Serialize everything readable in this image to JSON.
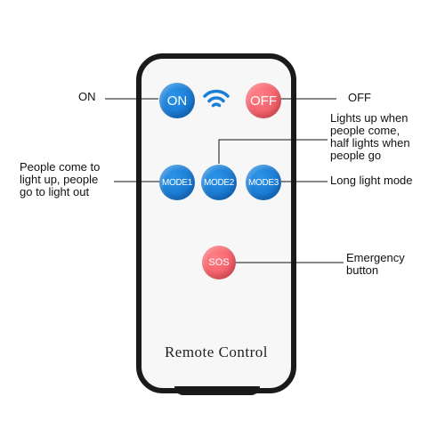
{
  "remote": {
    "brand_text": "Remote Control",
    "buttons": {
      "on": "ON",
      "off": "OFF",
      "mode1": "MODE1",
      "mode2": "MODE2",
      "mode3": "MODE3",
      "sos": "SOS"
    },
    "colors": {
      "blue": "#1a7fd6",
      "red": "#f4606a",
      "body": "#f7f7f8",
      "frame": "#1a1a1a"
    }
  },
  "annotations": {
    "on": [
      "ON"
    ],
    "off": [
      "OFF"
    ],
    "mode1": [
      "People come to",
      "light up, people",
      "go to light out"
    ],
    "mode2": [
      "Lights up when",
      "people come,",
      "half lights when",
      "people go"
    ],
    "mode3": [
      "Long light mode"
    ],
    "sos": [
      "Emergency",
      "button"
    ]
  }
}
